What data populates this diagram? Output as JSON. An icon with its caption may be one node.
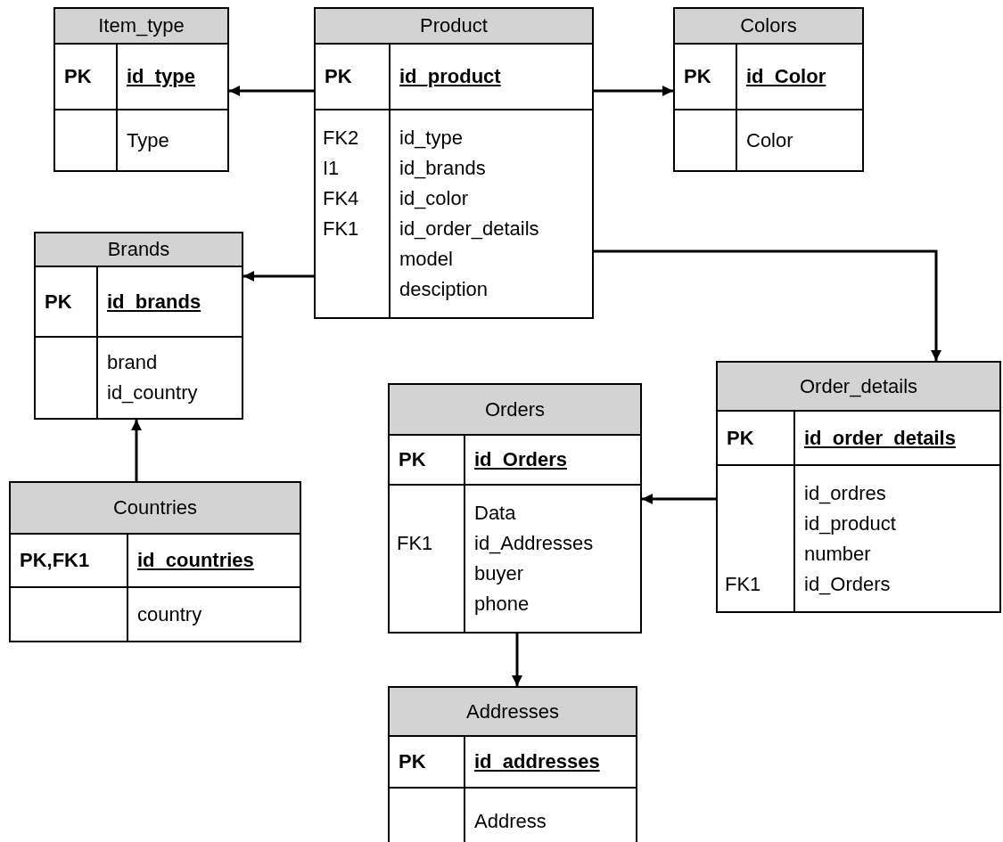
{
  "diagram": {
    "nodes": [
      {
        "text": [
          "Item_type",
          "PK",
          "id_type",
          "Type"
        ]
      },
      {
        "text": [
          "Product",
          "PK",
          "id_product",
          "FK2 I1 FK4 FK1",
          "id_type id_brands id_color id_order_details model desciption"
        ]
      },
      {
        "text": [
          "Colors",
          "PK",
          "id_Color",
          "Color"
        ]
      },
      {
        "text": [
          "Brands",
          "PK",
          "id_brands",
          "brand id_country"
        ]
      },
      {
        "text": [
          "Order_details",
          "PK",
          "id_order_details",
          "FK1",
          "id_ordres id_product number id_Orders"
        ]
      },
      {
        "text": [
          "Orders",
          "PK",
          "id_Orders",
          "FK1",
          "Data id_Addresses buyer phone"
        ]
      },
      {
        "text": [
          "Countries",
          "PK,FK1",
          "id_countries",
          "country"
        ]
      },
      {
        "text": [
          "Addresses",
          "PK",
          "id_addresses",
          "Address"
        ]
      }
    ],
    "edges": [
      {
        "from": 1,
        "to": 0,
        "arrow": "to"
      },
      {
        "from": 1,
        "to": 2,
        "arrow": "to"
      },
      {
        "from": 1,
        "to": 3,
        "arrow": "to"
      },
      {
        "from": 1,
        "to": 4,
        "arrow": "to"
      },
      {
        "from": 6,
        "to": 3,
        "arrow": "to"
      },
      {
        "from": 4,
        "to": 5,
        "arrow": "to"
      },
      {
        "from": 5,
        "to": 7,
        "arrow": "to"
      }
    ]
  }
}
